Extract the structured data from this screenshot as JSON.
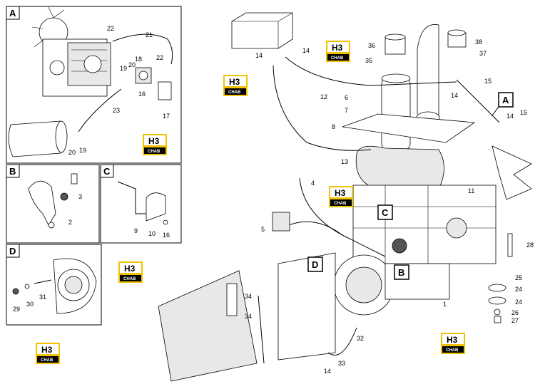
{
  "brand": {
    "logo_mark": "H3",
    "logo_text": "CHAB",
    "accent": "#f2c200",
    "dark": "#000000"
  },
  "insets": [
    {
      "letter": "A",
      "labels": [
        "22",
        "21",
        "18",
        "20",
        "22",
        "19",
        "16",
        "17",
        "23",
        "20",
        "19"
      ]
    },
    {
      "letter": "B",
      "labels": [
        "3",
        "2"
      ]
    },
    {
      "letter": "C",
      "labels": [
        "9",
        "10",
        "16"
      ]
    },
    {
      "letter": "D",
      "labels": [
        "29",
        "30",
        "31"
      ]
    }
  ],
  "callouts": {
    "A": "A",
    "B": "B",
    "C": "C",
    "D": "D"
  },
  "parts": [
    "14",
    "14",
    "36",
    "35",
    "38",
    "37",
    "6",
    "7",
    "8",
    "12",
    "14",
    "15",
    "14",
    "15",
    "13",
    "4",
    "11",
    "5",
    "28",
    "25",
    "24",
    "24",
    "26",
    "27",
    "1",
    "34",
    "34",
    "32",
    "33",
    "14"
  ]
}
